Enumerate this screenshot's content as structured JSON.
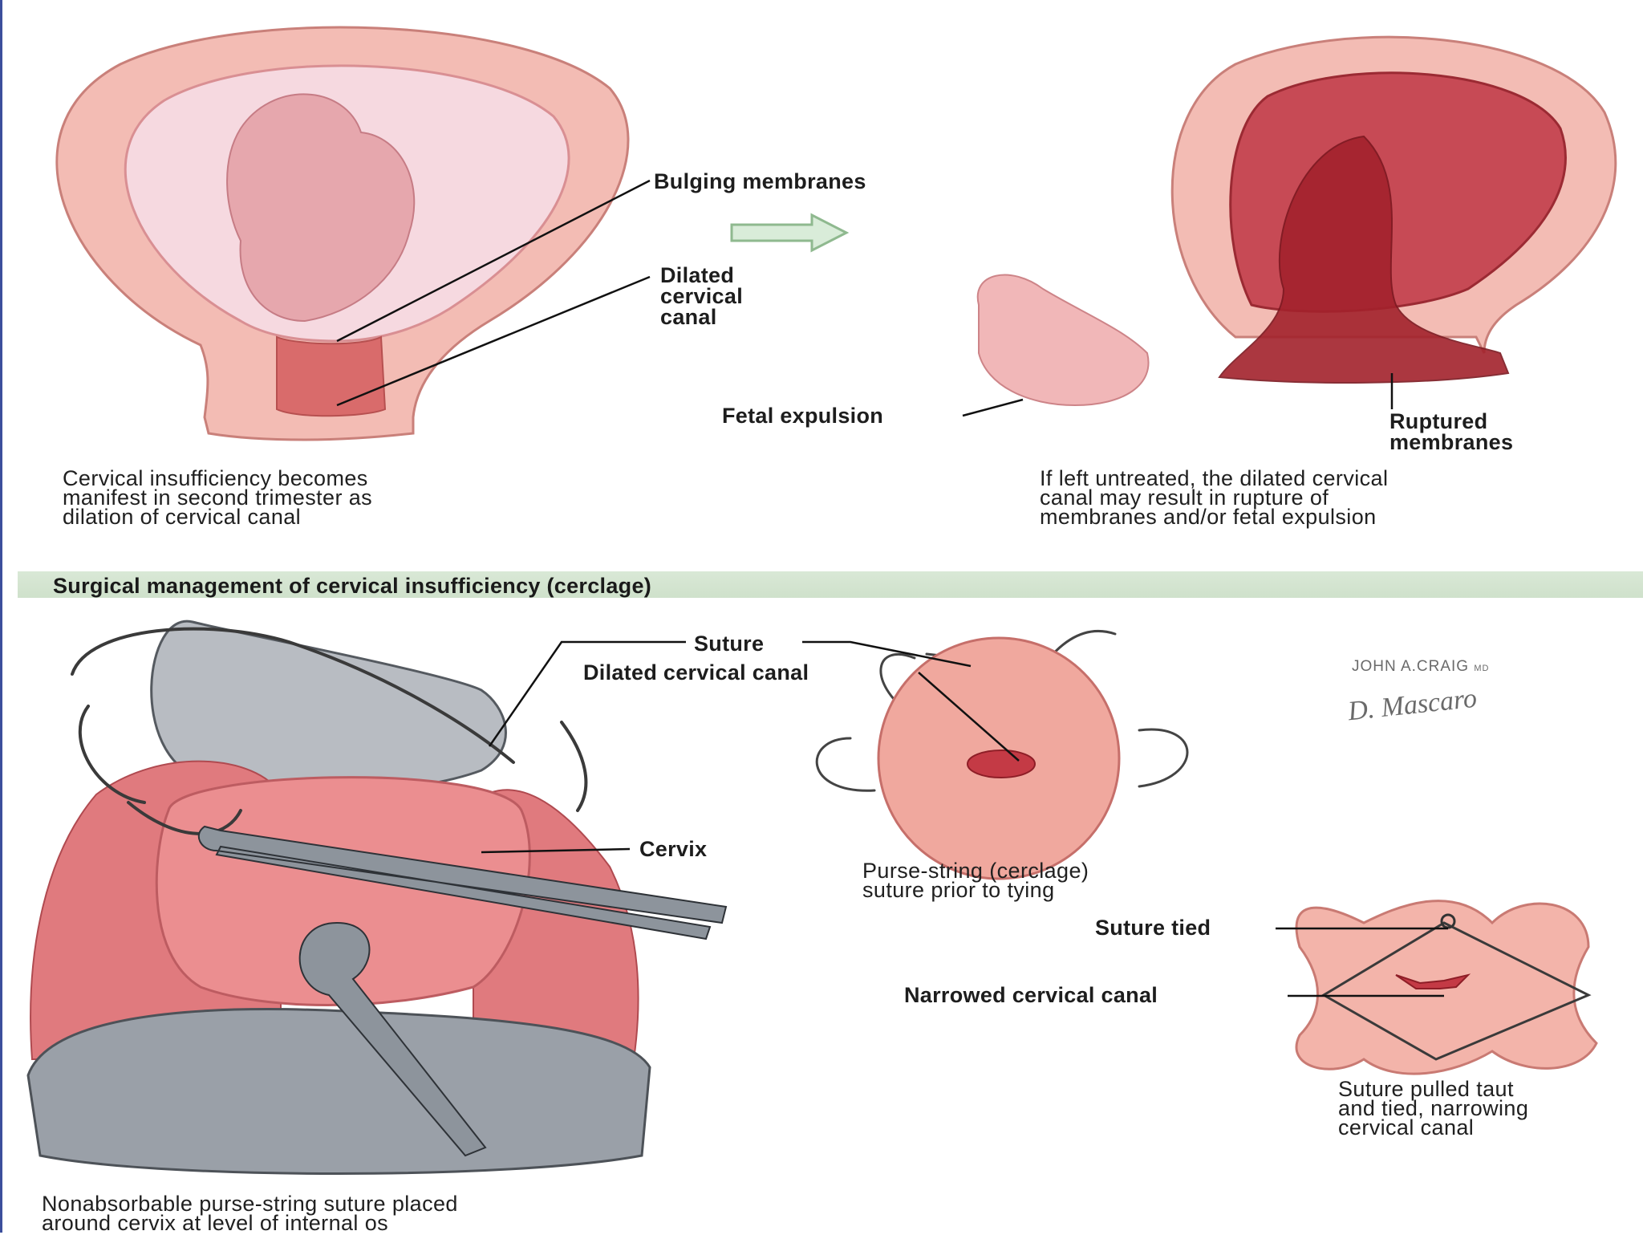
{
  "colors": {
    "tissue": "#f3bcb4",
    "tissue_dark": "#d96b6b",
    "blood": "#a3222c",
    "band": "#d6e6d2",
    "arrow": "#d9ecd9",
    "steel": "#8d949c"
  },
  "top_left": {
    "labels": {
      "bulging_membranes": "Bulging membranes",
      "dilated_canal": "Dilated\ncervical\ncanal"
    },
    "caption": "Cervical insufficiency becomes\nmanifest in second trimester as\ndilation of cervical canal"
  },
  "top_right": {
    "labels": {
      "fetal_expulsion": "Fetal expulsion",
      "ruptured_membranes": "Ruptured\nmembranes"
    },
    "caption": "If left untreated, the dilated cervical\ncanal may result in rupture of\nmembranes and/or fetal expulsion"
  },
  "section": {
    "title": "Surgical management of cervical insufficiency (cerclage)"
  },
  "bottom_left": {
    "labels": {
      "suture": "Suture",
      "dilated_canal": "Dilated cervical canal",
      "cervix": "Cervix"
    },
    "caption": "Nonabsorbable purse-string suture placed\naround cervix at level of internal os"
  },
  "bottom_right": {
    "caption_prior": "Purse-string (cerclage)\nsuture prior to tying",
    "labels": {
      "suture_tied": "Suture tied",
      "narrowed_canal": "Narrowed cervical canal"
    },
    "caption_taut": "Suture pulled taut\nand tied, narrowing\ncervical canal"
  },
  "signature": {
    "artist1": "JOHN A.CRAIG",
    "artist1_suffix": "MD",
    "artist2": "D. Mascaro"
  }
}
